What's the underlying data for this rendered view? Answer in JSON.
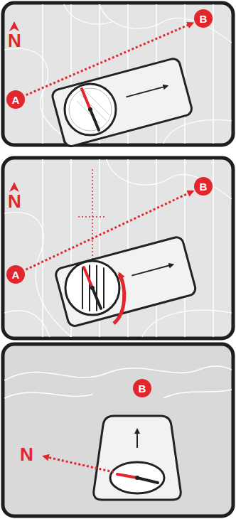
{
  "diagram": {
    "nodes": [
      {
        "text": [
          "A"
        ]
      },
      {
        "text": [
          "B"
        ]
      },
      {
        "text": [
          "A"
        ]
      },
      {
        "text": [
          "B"
        ]
      },
      {
        "text": [
          "B"
        ]
      }
    ],
    "edges": [
      {
        "from": 0,
        "to": 1,
        "arrow": "to"
      },
      {
        "from": 2,
        "to": 3,
        "arrow": "to"
      }
    ],
    "labels": [
      "N",
      "N",
      "N"
    ]
  }
}
